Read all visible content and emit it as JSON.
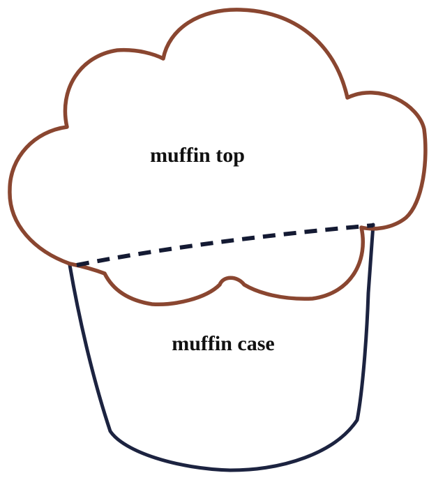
{
  "diagram": {
    "labels": {
      "top": "muffin top",
      "case": "muffin case"
    },
    "colors": {
      "muffin_top_outline": "#8a4630",
      "muffin_case_outline": "#1c2340",
      "divider_line": "#141a33",
      "label_text": "#111111",
      "background": "#ffffff"
    },
    "divider_style": "dashed"
  }
}
